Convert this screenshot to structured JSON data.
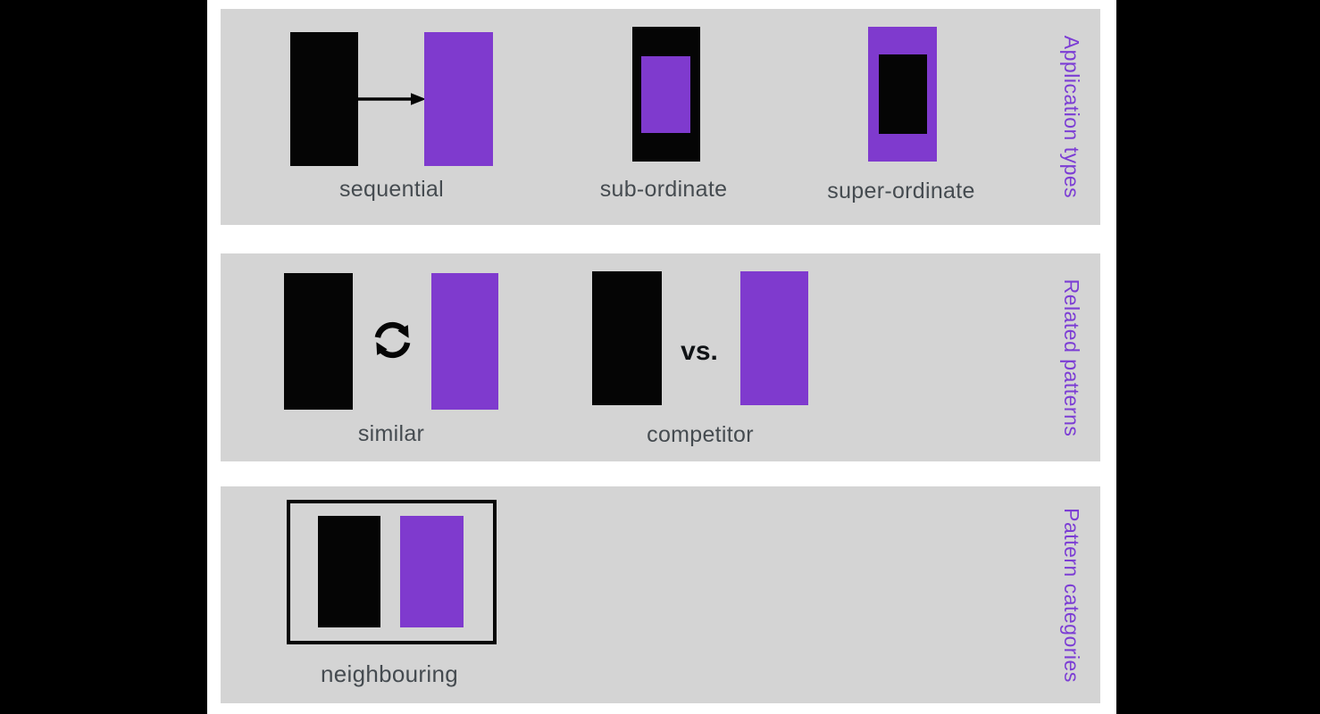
{
  "colors": {
    "accent_purple": "#7f3ace",
    "panel_bg": "#d4d4d4",
    "ink_black": "#050505",
    "caption_text": "#454b50",
    "side_label_purple": "#7c3dd4",
    "page_bg": "#ffffff",
    "letterbox": "#000000"
  },
  "panels": [
    {
      "side_label": "Application types",
      "items": [
        {
          "caption": "sequential",
          "icon": "right-arrow-icon"
        },
        {
          "caption": "sub-ordinate"
        },
        {
          "caption": "super-ordinate"
        }
      ]
    },
    {
      "side_label": "Related patterns",
      "items": [
        {
          "caption": "similar",
          "icon": "sync-cycle-icon"
        },
        {
          "caption": "competitor",
          "separator_label": "vs."
        }
      ]
    },
    {
      "side_label": "Pattern categories",
      "items": [
        {
          "caption": "neighbouring"
        }
      ]
    }
  ]
}
